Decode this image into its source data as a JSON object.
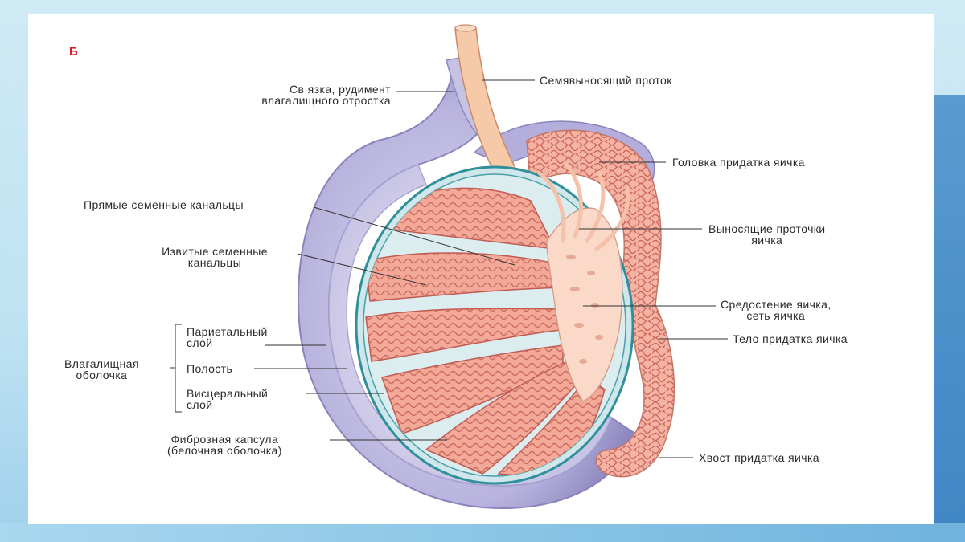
{
  "panel_letter": "Б",
  "labels": {
    "ligament_line1": "Св язка, рудимент",
    "ligament_line2": "влагалищного отростка",
    "vas_deferens": "Семявыносящий проток",
    "epididymis_head": "Головка придатка яичка",
    "straight_tubules": "Прямые семенные канальцы",
    "efferent_line1": "Выносящие проточки",
    "efferent_line2": "яичка",
    "convoluted_line1": "Извитые семенные",
    "convoluted_line2": "канальцы",
    "mediastinum_line1": "Средостение яичка,",
    "mediastinum_line2": "сеть яичка",
    "parietal_line1": "Париетальный",
    "parietal_line2": "слой",
    "epididymis_body": "Тело придатка яичка",
    "tunica_line1": "Влагалищная",
    "tunica_line2": "оболочка",
    "cavity": "Полость",
    "visceral_line1": "Висцеральный",
    "visceral_line2": "слой",
    "fibrous_line1": "Фиброзная капсула",
    "fibrous_line2": "(белочная оболочка)",
    "epididymis_tail": "Хвост придатка яичка"
  },
  "colors": {
    "tunica_outer": "#9c97c8",
    "tunica_inner": "#c9c6e6",
    "capsule": "#2f8f9a",
    "capsule_fill": "#d9ecef",
    "tubule": "#f3a898",
    "tubule_line": "#c05a52",
    "rete": "#fbd9c8",
    "accent": "#d0202a"
  }
}
